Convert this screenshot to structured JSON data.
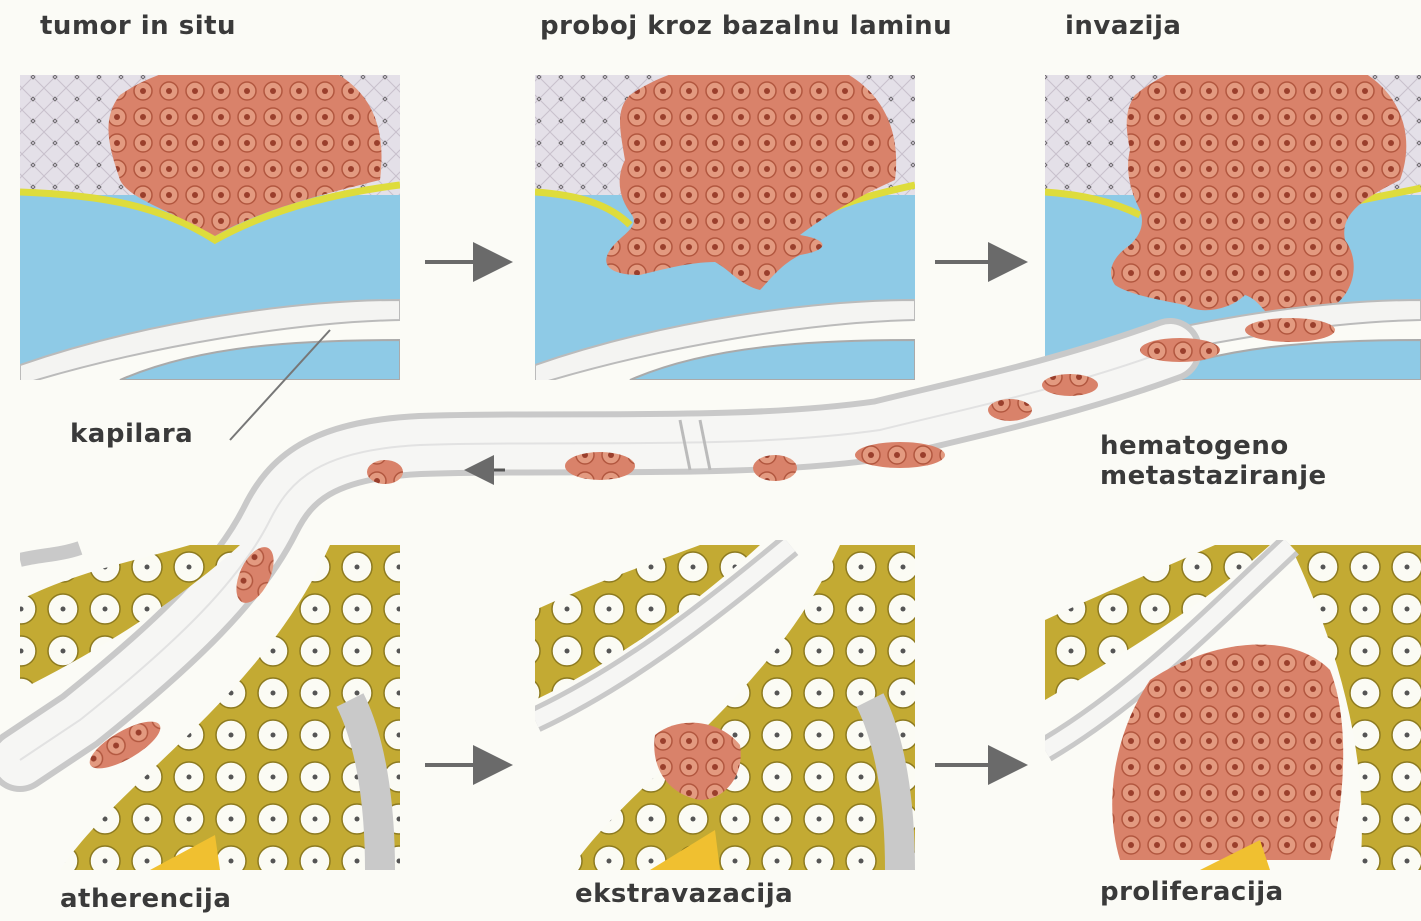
{
  "labels": {
    "tumor_in_situ": "tumor in situ",
    "breach": "proboj kroz bazalnu laminu",
    "invasion": "invazija",
    "capillary": "kapilara",
    "hematogenous_line1": "hematogeno",
    "hematogenous_line2": "metastaziranje",
    "adherence": "atherencija",
    "extravasation": "ekstravazacija",
    "proliferation": "proliferacija"
  },
  "colors": {
    "tumor": "#d9826a",
    "tumor_dots": "#a84a34",
    "stroma": "#8ecae6",
    "basal_lamina": "#e3e04a",
    "epithelium": "#d9d4dd",
    "tissue": "#c9b43a",
    "vessel": "#d8d8d8"
  }
}
